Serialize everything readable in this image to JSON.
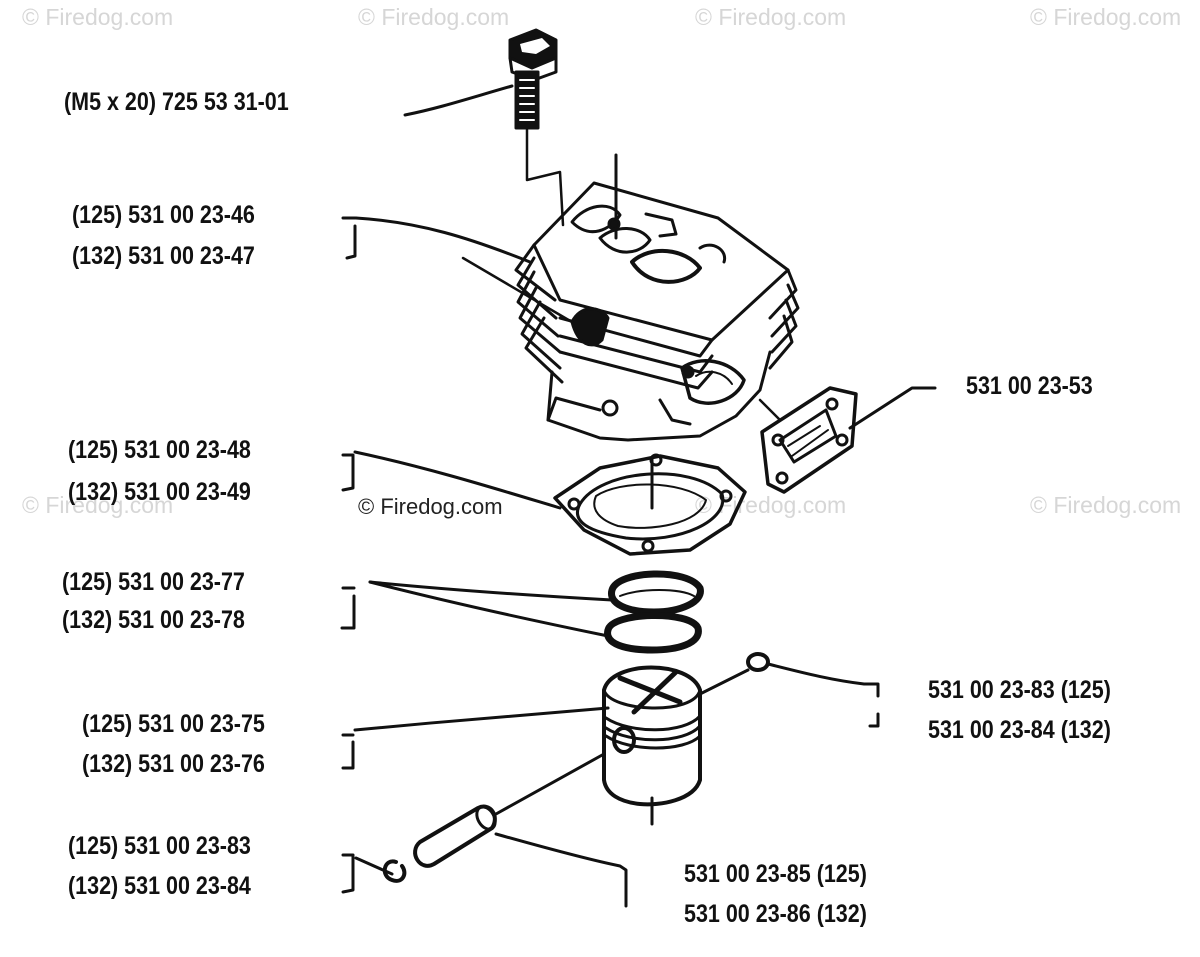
{
  "watermark": "© Firedog.com",
  "labels": {
    "bolt": "(M5 x 20) 725 53 31-01",
    "cylinder_125": "(125) 531 00 23-46",
    "cylinder_132": "(132) 531 00 23-47",
    "exhaust_gasket": "531 00 23-53",
    "base_gasket_125": "(125) 531 00 23-48",
    "base_gasket_132": "(132) 531 00 23-49",
    "rings_125": "(125) 531 00 23-77",
    "rings_132": "(132) 531 00 23-78",
    "piston_125": "(125) 531 00 23-75",
    "piston_132": "(132) 531 00 23-76",
    "circlip_right_125": "531 00 23-83 (125)",
    "circlip_right_132": "531 00 23-84 (132)",
    "circlip_left_125": "(125) 531 00 23-83",
    "circlip_left_132": "(132) 531 00 23-84",
    "pin_125": "531 00 23-85 (125)",
    "pin_132": "531 00 23-86 (132)"
  },
  "colors": {
    "ink": "#111111",
    "watermark": "#d6d6d6"
  }
}
